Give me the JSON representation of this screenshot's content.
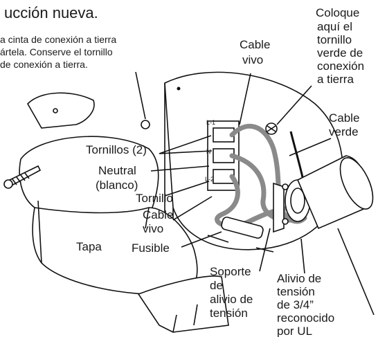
{
  "title": "ucción nueva.",
  "note": [
    "a cinta de conexión a tierra",
    "ártela. Conserve el tornillo",
    "de conexión a tierra."
  ],
  "labels": {
    "cable_vivo_top": [
      "Cable",
      "vivo"
    ],
    "coloque": [
      "Coloque",
      "aquí el",
      "tornillo",
      "verde de",
      "conexión",
      "a tierra"
    ],
    "cable_verde": [
      "Cable",
      "verde"
    ],
    "tornillos": "Tornillos (2)",
    "neutral": [
      "Neutral",
      "(blanco)"
    ],
    "tornillo": "Tornillo",
    "cable_vivo_bottom": [
      "Cable",
      "vivo"
    ],
    "tapa": "Tapa",
    "fusible": "Fusible",
    "soporte": [
      "Soporte",
      "de",
      "alivio de",
      "tensión"
    ],
    "alivio": [
      "Alivio de",
      "tensión",
      "de 3/4”",
      "reconocido",
      "por UL"
    ]
  },
  "terminal_marks": [
    "L-1",
    "N",
    "L-2"
  ]
}
